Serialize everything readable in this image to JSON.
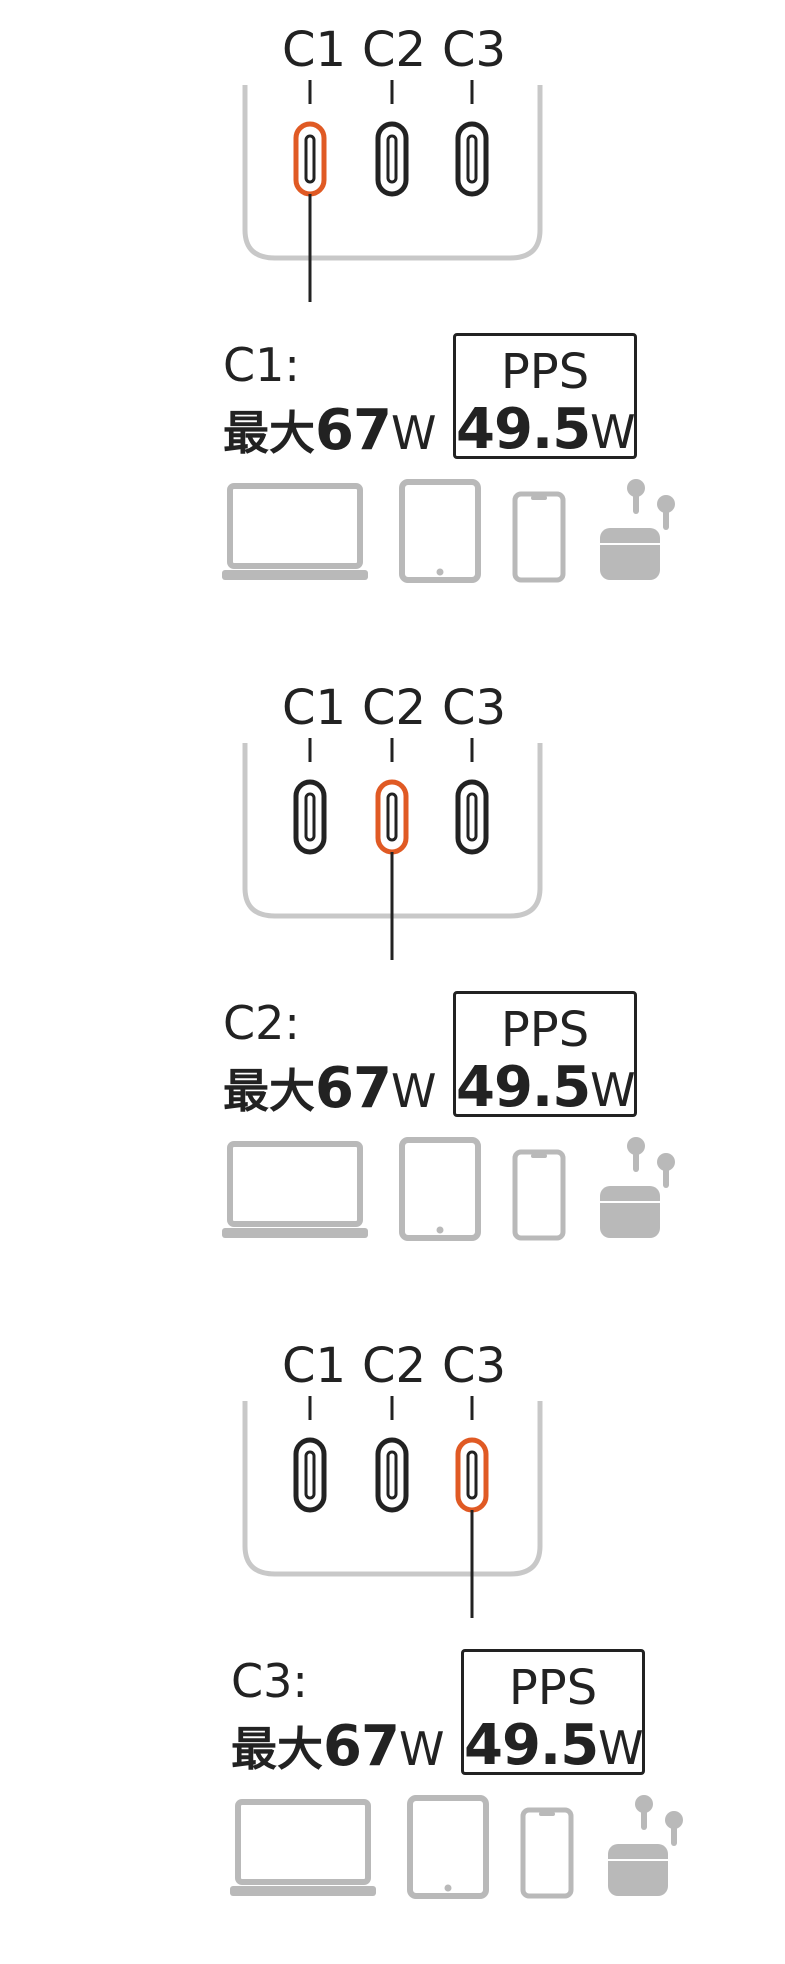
{
  "colors": {
    "active_port": "#e05a24",
    "inactive_port": "#222222",
    "charger_outline": "#c8c8c8",
    "device_icon": "#b9b9b9"
  },
  "ports": [
    "C1",
    "C2",
    "C3"
  ],
  "panels": [
    {
      "active_port": "C1",
      "port_name": "C1:",
      "max_label": "最大",
      "max_value": "67",
      "max_unit": "W",
      "pps_title": "PPS",
      "pps_value": "49.5",
      "pps_unit": "W",
      "devices": [
        "laptop-icon",
        "tablet-icon",
        "phone-icon",
        "earbuds-icon"
      ]
    },
    {
      "active_port": "C2",
      "port_name": "C2:",
      "max_label": "最大",
      "max_value": "67",
      "max_unit": "W",
      "pps_title": "PPS",
      "pps_value": "49.5",
      "pps_unit": "W",
      "devices": [
        "laptop-icon",
        "tablet-icon",
        "phone-icon",
        "earbuds-icon"
      ]
    },
    {
      "active_port": "C3",
      "port_name": "C3:",
      "max_label": "最大",
      "max_value": "67",
      "max_unit": "W",
      "pps_title": "PPS",
      "pps_value": "49.5",
      "pps_unit": "W",
      "devices": [
        "laptop-icon",
        "tablet-icon",
        "phone-icon",
        "earbuds-icon"
      ]
    }
  ]
}
